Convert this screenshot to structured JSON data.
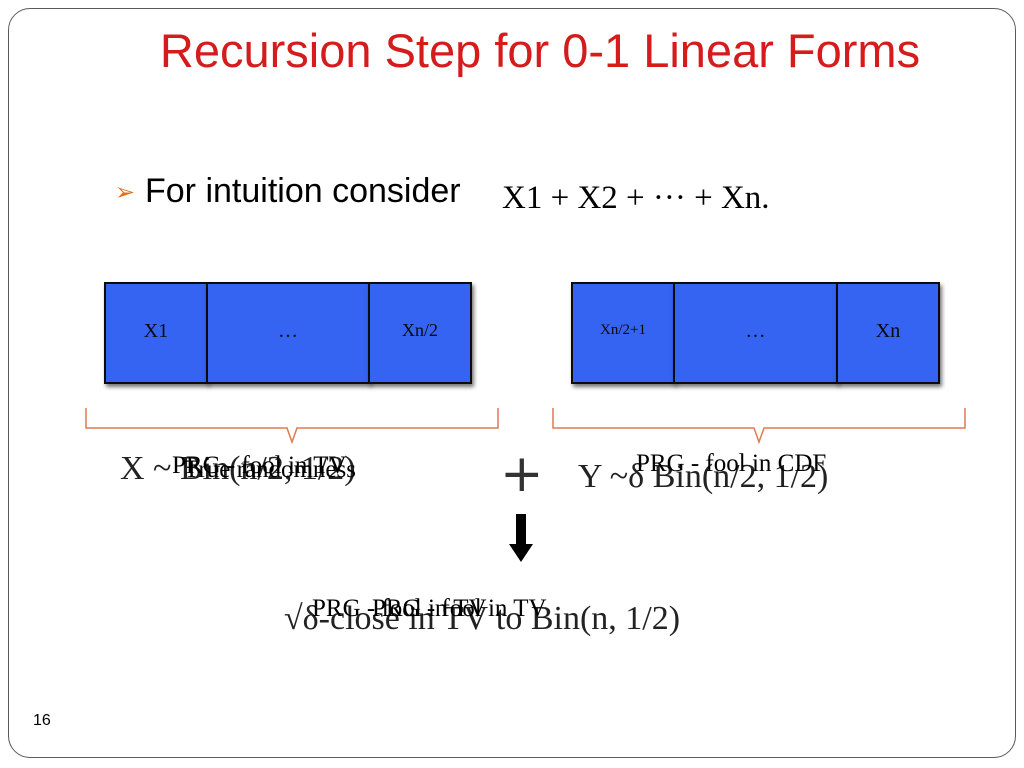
{
  "slide": {
    "title": "Recursion Step for 0-1 Linear Forms",
    "page_number": "16",
    "bullet": {
      "glyph": "➢",
      "text": "For intuition consider",
      "math": "X1 + X2 + ··· + Xn."
    },
    "left_group": {
      "boxes": [
        "X1",
        "…",
        "Xn/2"
      ]
    },
    "right_group": {
      "boxes": [
        "Xn/2+1",
        "…",
        "Xn"
      ]
    },
    "left_math": "X ~ Bin(n/2, 1/2)",
    "left_overlay_a": "PRG - fool in TV",
    "left_overlay_b": "True randomness",
    "plus": "+",
    "right_math": "Y ~δ Bin(n/2, 1/2)",
    "right_overlay": "PRG - fool in CDF",
    "result_math": "√δ-close in TV to Bin(n, 1/2)",
    "result_overlay_a": "PRG - fool in TV",
    "result_overlay_b": "PRG - fool in TV",
    "colors": {
      "title": "#d41c1c",
      "box_fill": "#3563f2",
      "brace": "#e07a50",
      "bullet": "#e07020"
    },
    "icons": [
      "bullet-arrow-icon",
      "down-arrow-icon"
    ]
  }
}
